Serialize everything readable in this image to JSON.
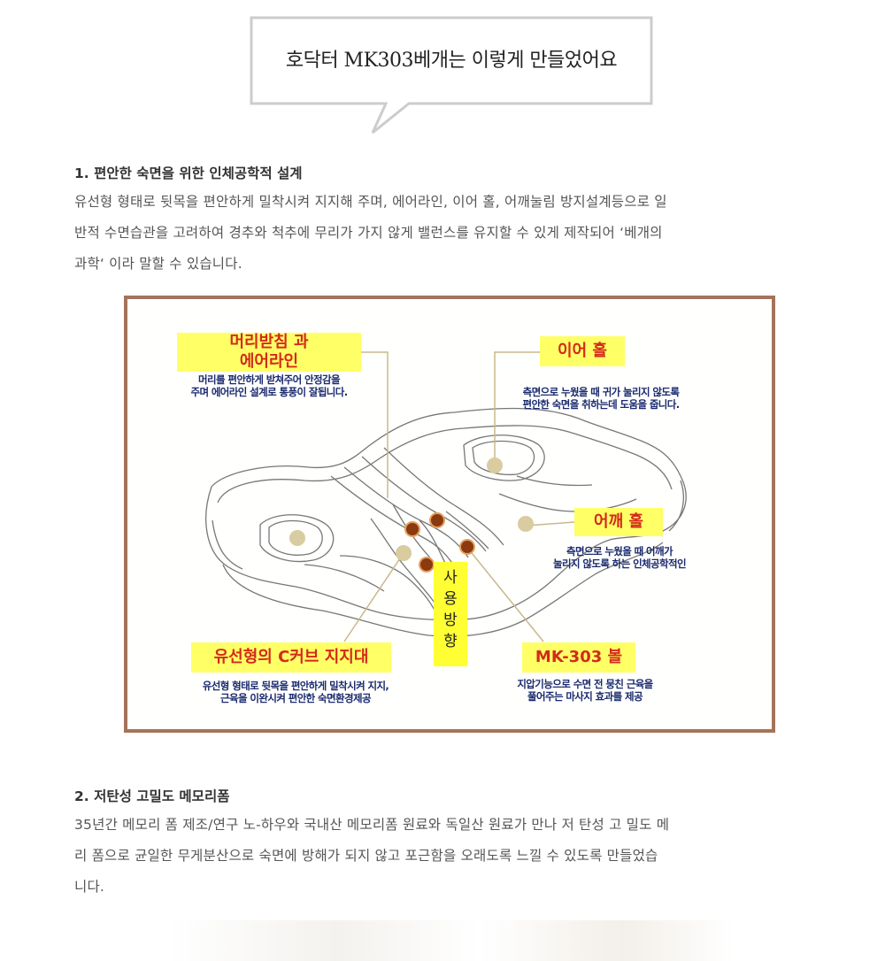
{
  "bubble": {
    "title": "호닥터 MK303베개는 이렇게 만들었어요"
  },
  "section1": {
    "title": "1. 편안한 숙면을 위한 인체공학적 설계",
    "lines": [
      "유선형 형태로 뒷목을 편안하게 밀착시켜 지지해 주며, 에어라인, 이어 홀, 어깨눌림 방지설계등으로 일",
      "반적 수면습관을 고려하여 경추와 척추에 무리가 가지 않게 밸런스를 유지할 수 있게 제작되어 ‘베개의",
      "과학‘ 이라 말할 수 있습니다."
    ]
  },
  "diagram": {
    "head": {
      "label_line1": "머리받침 과",
      "label_line2": "에어라인",
      "desc_line1": "머리를 편안하게 받쳐주어 안정감을",
      "desc_line2": "주며 에어라인 설계로 통풍이 잘됩니다."
    },
    "ear": {
      "label": "이어 홀",
      "desc_line1": "측면으로 누웠을 때 귀가 눌리지 않도록",
      "desc_line2": "편안한 숙면을 취하는데 도움을 줍니다."
    },
    "shoulder": {
      "label": "어깨 홀",
      "desc_line1": "측면으로 누웠을 때 어깨가",
      "desc_line2": "눌리지 않도록 하는 인체공학적인"
    },
    "curve": {
      "label": "유선형의 C커브 지지대",
      "desc_line1": "유선형 형태로 뒷목을 편안하게 밀착시켜 지지,",
      "desc_line2": "근육을  이완시켜 편안한 숙면환경제공"
    },
    "ball": {
      "label": "MK-303  볼",
      "desc_line1": "지압기능으로 수면 전 뭉친 근육을",
      "desc_line2": "풀어주는 마사지 효과를 제공"
    },
    "direction": {
      "chars": [
        "사",
        "용",
        "방",
        "향"
      ]
    },
    "colors": {
      "border": "#a5735a",
      "label_bg": "#ffff66",
      "label_text": "#d42a1a",
      "desc_text": "#1a2a6e",
      "ball": "#8b3a10"
    }
  },
  "section2": {
    "title": "2. 저탄성 고밀도 메모리폼",
    "lines": [
      "35년간 메모리 폼 제조/연구 노-하우와 국내산 메모리폼 원료와 독일산 원료가 만나 저 탄성 고 밀도 메",
      "리 폼으로 균일한 무게분산으로 숙면에 방해가 되지 않고 포근함을 오래도록 느낄 수 있도록 만들었습",
      "니다."
    ]
  }
}
